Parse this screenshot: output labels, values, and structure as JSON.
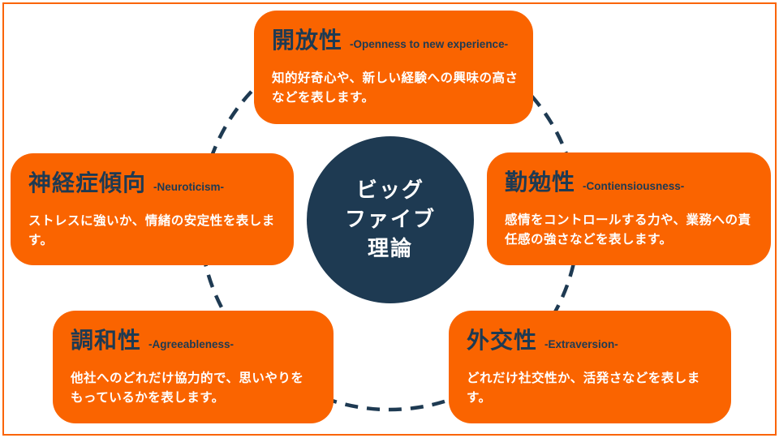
{
  "diagram": {
    "title": "ビッグファイブ理論",
    "type": "circular-concept-map",
    "colors": {
      "accent_orange": "#fa6400",
      "navy": "#1e3a52",
      "body_text": "#ffffff",
      "background": "#ffffff"
    },
    "center": {
      "label": "ビッグ\nファイブ\n理論"
    },
    "nodes": [
      {
        "id": "openness",
        "position": "top",
        "title": "開放性",
        "subtitle": "-Openness to new experience-",
        "description": "知的好奇心や、新しい経験への興味の高さ\nなどを表します。"
      },
      {
        "id": "neuroticism",
        "position": "left",
        "title": "神経症傾向",
        "subtitle": "-Neuroticism-",
        "description": "ストレスに強いか、情緒の安定性を表しま\nす。"
      },
      {
        "id": "conscientiousness",
        "position": "right",
        "title": "勤勉性",
        "subtitle": "-Contiensiousness-",
        "description": "感情をコントロールする力や、業務への責\n任感の強さなどを表します。"
      },
      {
        "id": "agreeableness",
        "position": "bottom-left",
        "title": "調和性",
        "subtitle": "-Agreeableness-",
        "description": "他社へのどれだけ協力的で、思いやりを\nもっているかを表します。"
      },
      {
        "id": "extraversion",
        "position": "bottom-right",
        "title": "外交性",
        "subtitle": "-Extraversion-",
        "description": "どれだけ社交性か、活発さなどを表しま\nす。"
      }
    ]
  }
}
